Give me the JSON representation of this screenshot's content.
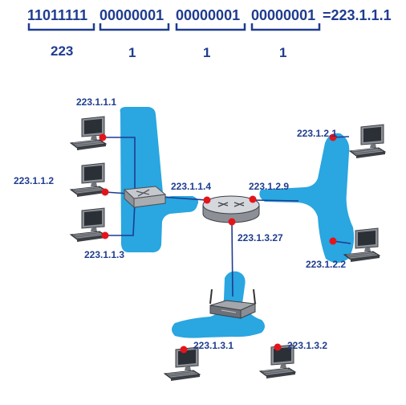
{
  "header": {
    "binary_octets": [
      "11011111",
      "00000001",
      "00000001",
      "00000001"
    ],
    "equals_text": "=223.1.1.1",
    "decimal_octets": [
      "223",
      "1",
      "1",
      "1"
    ]
  },
  "router_interfaces": {
    "left": "223.1.1.4",
    "right": "223.1.2.9",
    "bottom": "223.1.3.27"
  },
  "subnet_1_hosts": [
    "223.1.1.1",
    "223.1.1.2",
    "223.1.1.3"
  ],
  "subnet_2_hosts": [
    "223.1.2.1",
    "223.1.2.2"
  ],
  "subnet_3_hosts": [
    "223.1.3.1",
    "223.1.3.2"
  ],
  "device_icons": [
    "computer-icon",
    "switch-icon",
    "router-icon",
    "wireless-access-point-icon"
  ],
  "colors": {
    "text": "#1f3c8f",
    "subnet": "#2aa6e0",
    "interface_dot": "#e3151c"
  }
}
